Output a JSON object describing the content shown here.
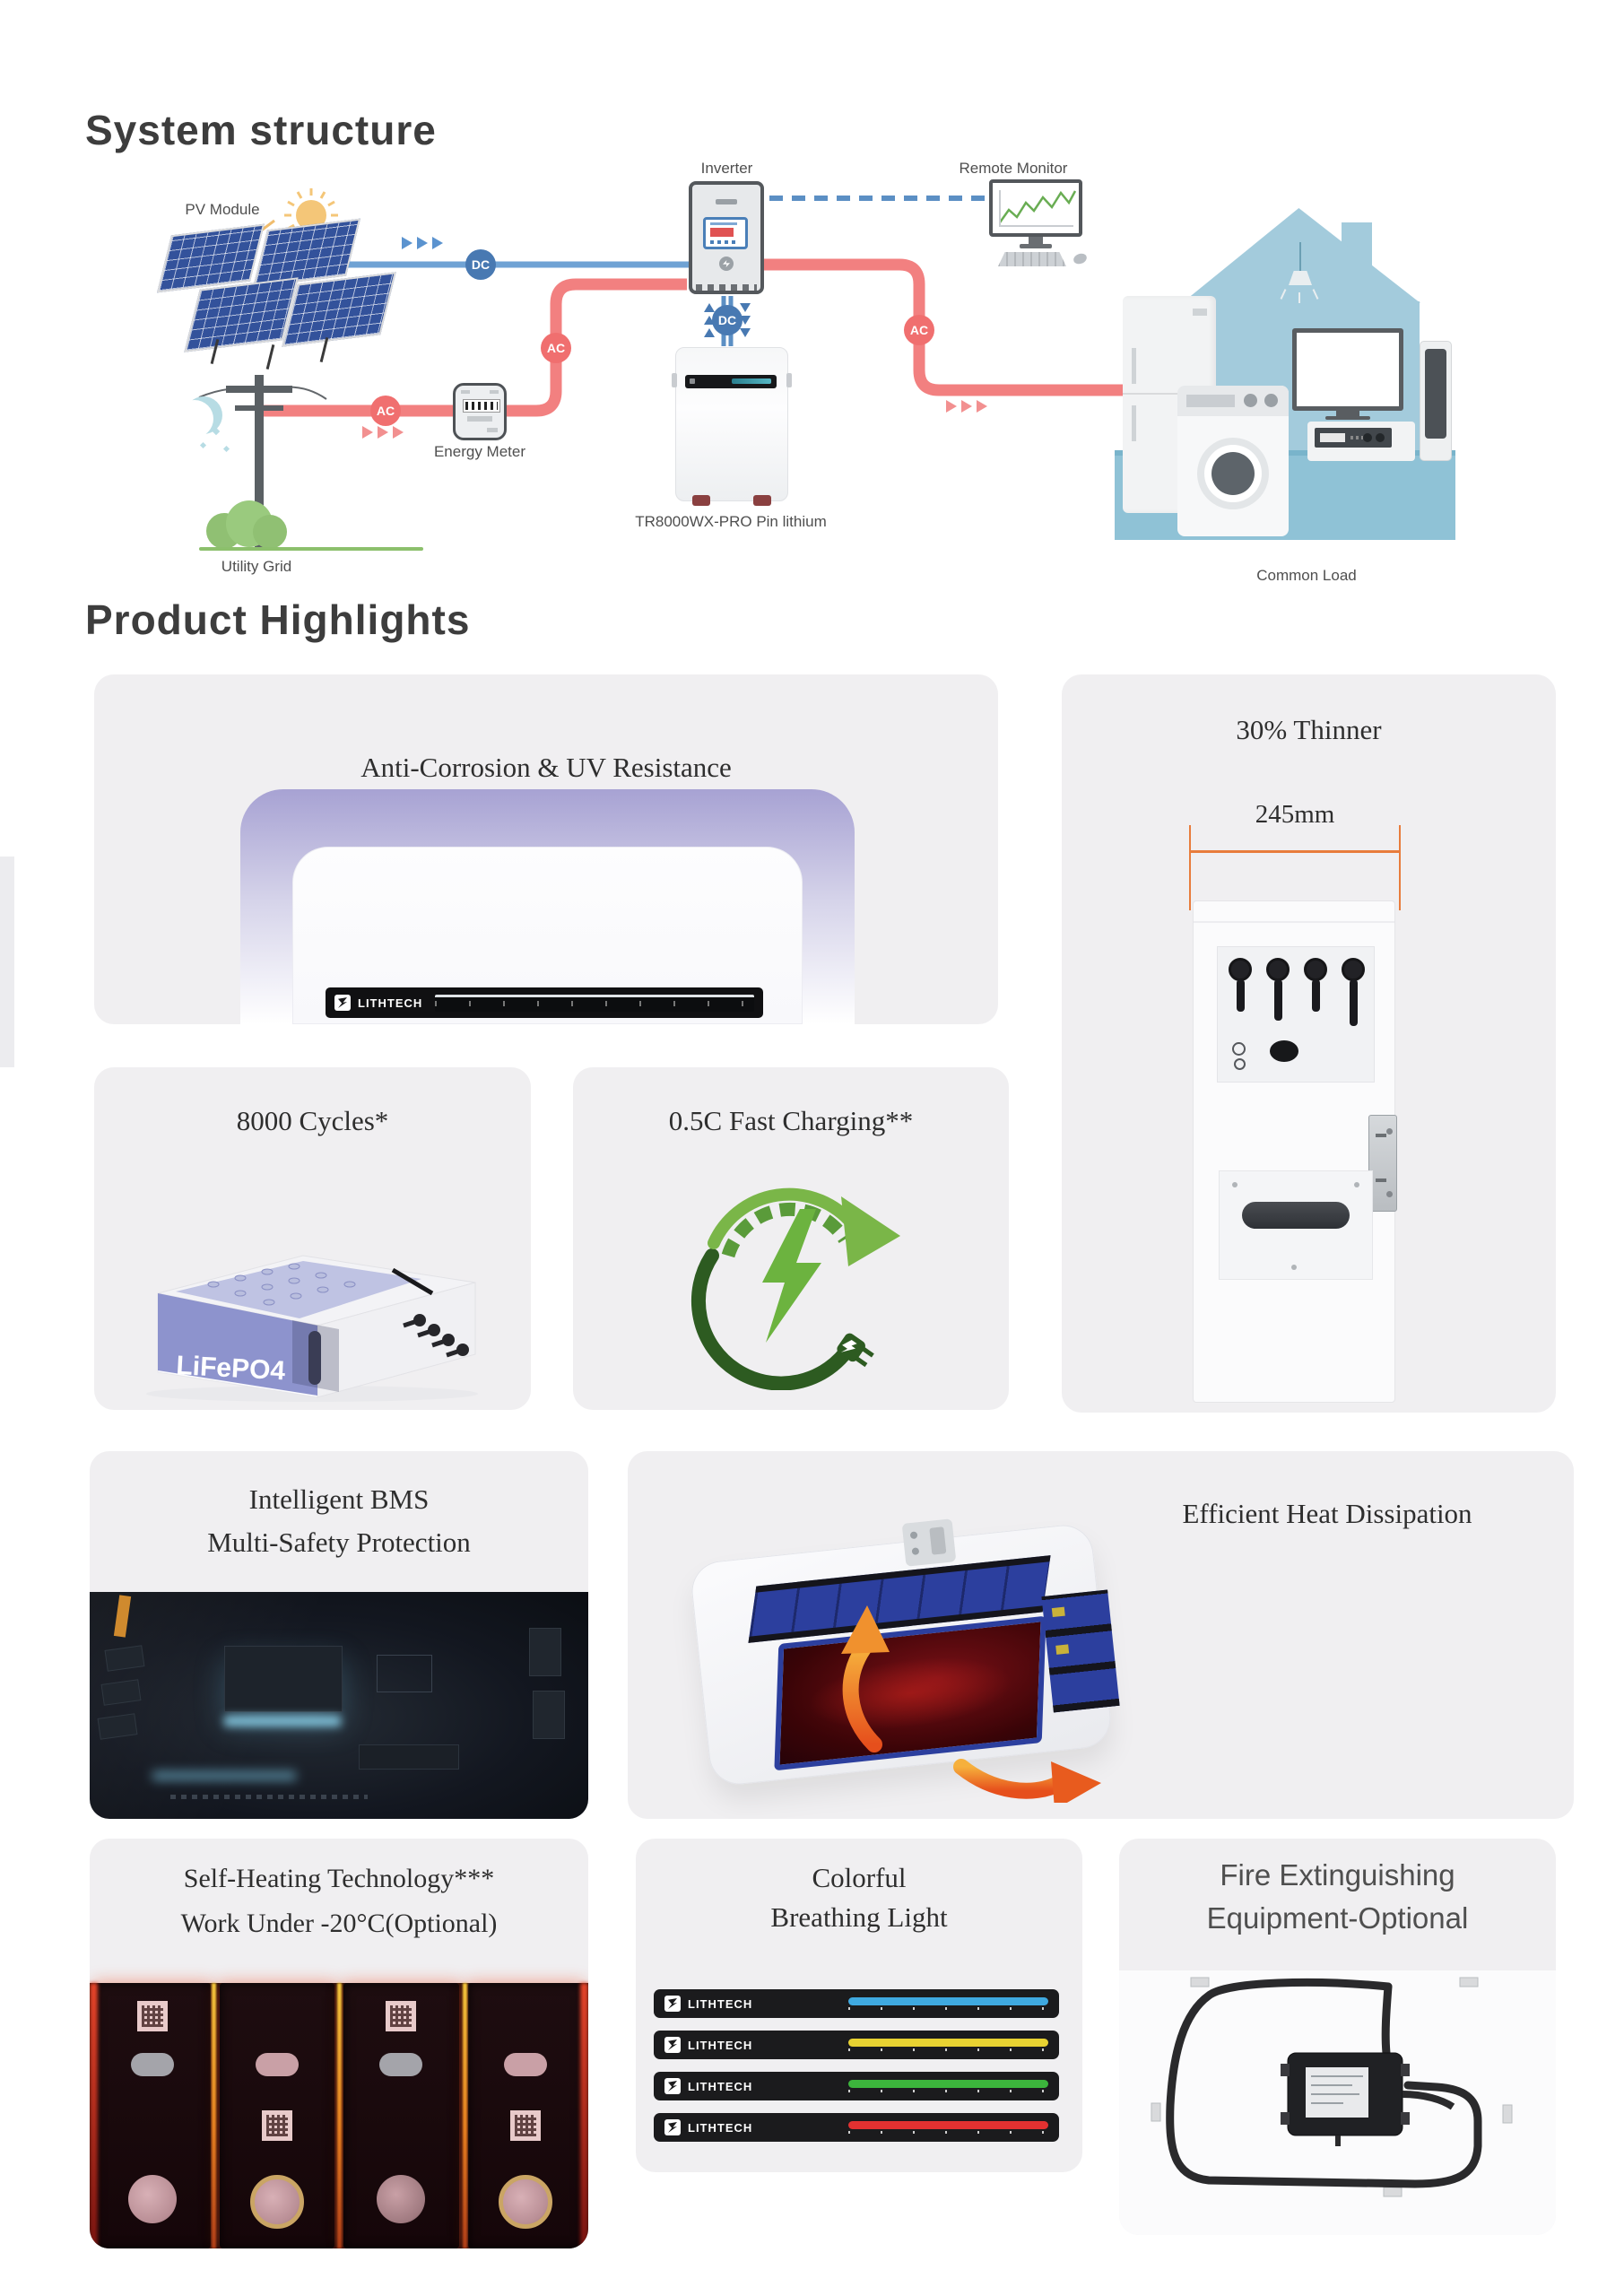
{
  "system": {
    "title": "System structure",
    "pv_module": "PV Module",
    "inverter": "Inverter",
    "remote_monitor": "Remote Monitor",
    "energy_meter": "Energy Meter",
    "utility_grid": "Utility Grid",
    "battery_name": "TR8000WX-PRO Pin lithium",
    "common_load": "Common Load",
    "dc_label": "DC",
    "ac_label": "AC",
    "colors": {
      "dc_line": "#6fa2d4",
      "ac_line": "#f28080",
      "dc_badge": "#4879b2",
      "ac_badge": "#f06f6f",
      "dashed_link": "#5b8fc4"
    }
  },
  "highlights": {
    "title": "Product Highlights",
    "cards": {
      "anti_corrosion": {
        "title": "Anti-Corrosion & UV Resistance",
        "brand": "LITHTECH"
      },
      "thinner": {
        "title": "30% Thinner",
        "dimension": "245mm",
        "accent": "#e87c3c"
      },
      "cycles": {
        "title": "8000 Cycles*",
        "chemistry": "LiFePO4"
      },
      "charging": {
        "title": "0.5C Fast Charging**"
      },
      "bms": {
        "line1": "Intelligent BMS",
        "line2": "Multi-Safety Protection"
      },
      "heat": {
        "title": "Efficient Heat Dissipation"
      },
      "self_heating": {
        "line1": "Self-Heating Technology***",
        "line2": "Work Under -20°C(Optional)"
      },
      "breathing": {
        "line1": "Colorful",
        "line2": "Breathing Light",
        "brand": "LITHTECH",
        "strip_colors": [
          "#3fa9e0",
          "#e8d232",
          "#3cb53c",
          "#e23131"
        ]
      },
      "fire": {
        "line1": "Fire Extinguishing",
        "line2": "Equipment-Optional"
      }
    }
  }
}
